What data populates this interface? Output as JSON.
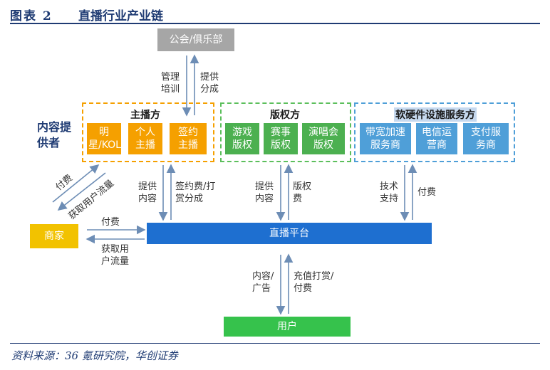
{
  "header": {
    "figure_no": "图表 2",
    "title": "直播行业产业链"
  },
  "footer": {
    "source": "资料来源：36 氪研究院，华创证券"
  },
  "nodes": {
    "union": "公会/俱乐部",
    "merchant": "商家",
    "platform": "直播平台",
    "user": "用户"
  },
  "content_provider_label": "内容提供者",
  "groups": {
    "anchor": {
      "title": "主播方",
      "items": [
        "明星/KOL",
        "个人主播",
        "签约主播"
      ]
    },
    "copyright": {
      "title": "版权方",
      "items": [
        "游戏版权",
        "赛事版权",
        "演唱会版权"
      ]
    },
    "infra": {
      "title": "软硬件设施服务方",
      "items": [
        "带宽加速服务商",
        "电信运营商",
        "支付服务商"
      ]
    }
  },
  "edge_labels": {
    "manage_train": "管理培训",
    "provide_share": "提供分成",
    "pay_left": "付费",
    "get_traffic_left": "获取用户流量",
    "anchor_provide": "提供内容",
    "anchor_fee": "签约费/打赏分成",
    "copyright_provide": "提供内容",
    "copyright_fee": "版权费",
    "infra_tech": "技术支持",
    "infra_pay": "付费",
    "merchant_pay": "付费",
    "merchant_traffic": "获取用户流量",
    "platform_content": "内容/广告",
    "user_pay": "充值打赏/付费"
  },
  "colors": {
    "navy": "#1f3b73",
    "orange": "#f5a000",
    "green": "#4cb050",
    "blue": "#4f9fd8",
    "yellow": "#f2c200",
    "platform": "#1e6fd0",
    "user": "#36c24c",
    "gray": "#a6a6a6",
    "arrow": "#6d8db5"
  }
}
